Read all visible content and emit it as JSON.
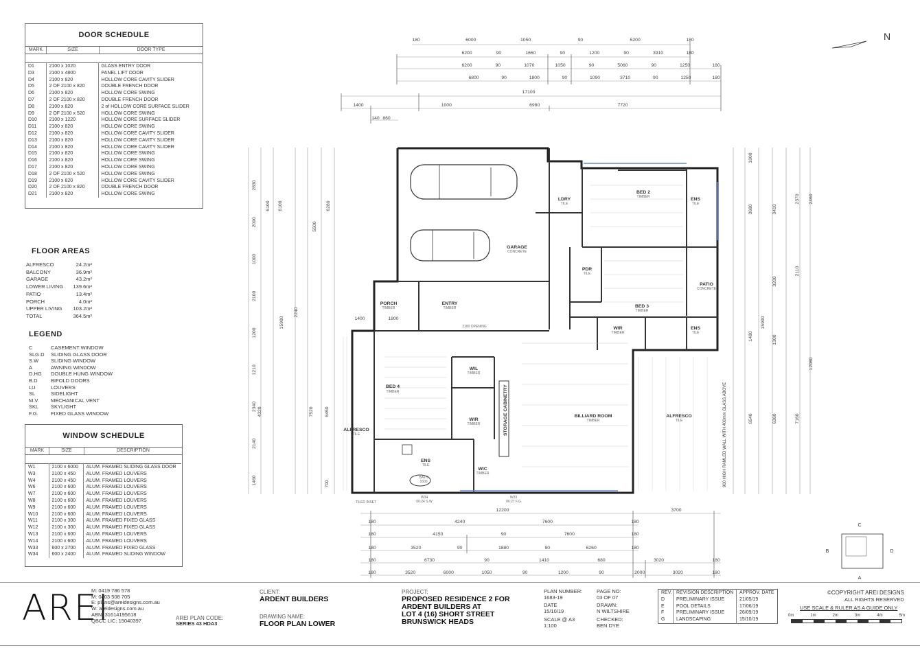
{
  "door_schedule": {
    "title": "DOOR SCHEDULE",
    "headers": [
      "MARK",
      "SIZE",
      "DOOR TYPE"
    ],
    "rows": [
      [
        "D1",
        "2100 x 1020",
        "GLASS ENTRY DOOR"
      ],
      [
        "D3",
        "2100 x 4800",
        "PANEL LIFT DOOR"
      ],
      [
        "D4",
        "2100 x 820",
        "HOLLOW CORE CAVITY SLIDER"
      ],
      [
        "D5",
        "2 OF 2100 x 820",
        "DOUBLE FRENCH DOOR"
      ],
      [
        "D6",
        "2100 x 820",
        "HOLLOW CORE SWING"
      ],
      [
        "D7",
        "2 OF 2100 x 820",
        "DOUBLE FRENCH DOOR"
      ],
      [
        "D8",
        "2100 x 820",
        "2 of HOLLOW CORE SURFACE SLIDER"
      ],
      [
        "D9",
        "2 OF 2100 x 520",
        "HOLLOW CORE SWING"
      ],
      [
        "D10",
        "2100 x 1220",
        "HOLLOW CORE SURFACE SLIDER"
      ],
      [
        "D11",
        "2100 x 820",
        "HOLLOW CORE SWING"
      ],
      [
        "D12",
        "2100 x 820",
        "HOLLOW CORE CAVITY SLIDER"
      ],
      [
        "D13",
        "2100 x 820",
        "HOLLOW CORE CAVITY SLIDER"
      ],
      [
        "D14",
        "2100 x 820",
        "HOLLOW CORE CAVITY SLIDER"
      ],
      [
        "D15",
        "2100 x 820",
        "HOLLOW CORE SWING"
      ],
      [
        "D16",
        "2100 x 820",
        "HOLLOW CORE SWING"
      ],
      [
        "D17",
        "2100 x 820",
        "HOLLOW CORE SWING"
      ],
      [
        "D18",
        "2 OF 2100 x 520",
        "HOLLOW CORE SWING"
      ],
      [
        "D19",
        "2100 x 820",
        "HOLLOW CORE CAVITY SLIDER"
      ],
      [
        "D20",
        "2 OF 2100 x 820",
        "DOUBLE FRENCH DOOR"
      ],
      [
        "D21",
        "2100 x 820",
        "HOLLOW CORE SWING"
      ]
    ]
  },
  "floor_areas": {
    "title": "FLOOR AREAS",
    "rows": [
      [
        "ALFRESCO",
        "24.2m²"
      ],
      [
        "BALCONY",
        "36.9m²"
      ],
      [
        "GARAGE",
        "43.2m²"
      ],
      [
        "LOWER LIVING",
        "139.6m²"
      ],
      [
        "PATIO",
        "13.4m²"
      ],
      [
        "PORCH",
        "4.0m²"
      ],
      [
        "UPPER LIVING",
        "103.2m²"
      ],
      [
        "TOTAL",
        "364.5m²"
      ]
    ]
  },
  "legend": {
    "title": "LEGEND",
    "rows": [
      [
        "C",
        "CASEMENT WINDOW"
      ],
      [
        "SLG.D",
        "SLIDING GLASS DOOR"
      ],
      [
        "S.W",
        "SLIDING WINDOW"
      ],
      [
        "A",
        "AWNING WINDOW"
      ],
      [
        "D.HG",
        "DOUBLE HUNG WINDOW"
      ],
      [
        "B.D",
        "BIFOLD DOORS"
      ],
      [
        "LU",
        "LOUVERS"
      ],
      [
        "SL",
        "SIDELIGHT"
      ],
      [
        "M.V.",
        "MECHANICAL VENT"
      ],
      [
        "SKL",
        "SKYLIGHT"
      ],
      [
        "F.G.",
        "FIXED GLASS WINDOW"
      ]
    ]
  },
  "window_schedule": {
    "title": "WINDOW SCHEDULE",
    "headers": [
      "MARK",
      "SIZE",
      "DESCRIPTION"
    ],
    "rows": [
      [
        "W1",
        "2100 x 6000",
        "ALUM. FRAMED SLIDING GLASS DOOR"
      ],
      [
        "W3",
        "2100 x 450",
        "ALUM. FRAMED LOUVERS"
      ],
      [
        "W4",
        "2100 x 450",
        "ALUM. FRAMED LOUVERS"
      ],
      [
        "W6",
        "2100 x 600",
        "ALUM. FRAMED LOUVERS"
      ],
      [
        "W7",
        "2100 x 600",
        "ALUM. FRAMED LOUVERS"
      ],
      [
        "W8",
        "2100 x 600",
        "ALUM. FRAMED LOUVERS"
      ],
      [
        "W9",
        "2100 x 600",
        "ALUM. FRAMED LOUVERS"
      ],
      [
        "W10",
        "2100 x 600",
        "ALUM. FRAMED LOUVERS"
      ],
      [
        "W11",
        "2100 x 300",
        "ALUM. FRAMED FIXED GLASS"
      ],
      [
        "W12",
        "2100 x 300",
        "ALUM. FRAMED FIXED GLASS"
      ],
      [
        "W13",
        "2100 x 600",
        "ALUM. FRAMED LOUVERS"
      ],
      [
        "W14",
        "2100 x 600",
        "ALUM. FRAMED LOUVERS"
      ],
      [
        "W33",
        "600 x 2700",
        "ALUM. FRAMED FIXED GLASS"
      ],
      [
        "W34",
        "600 x 2400",
        "ALUM. FRAMED SLIDING WINDOW"
      ]
    ]
  },
  "rooms": {
    "garage": "GARAGE",
    "garage_sub": "CONCRETE",
    "ldry": "LDRY",
    "ldry_sub": "TILE",
    "bed2": "BED 2",
    "bed2_sub": "TIMBER",
    "ens1": "ENS",
    "ens1_sub": "TILE",
    "pdr": "PDR",
    "pdr_sub": "TILE",
    "porch": "PORCH",
    "porch_sub": "TIMBER",
    "entry": "ENTRY",
    "entry_sub": "TIMBER",
    "bed3": "BED 3",
    "bed3_sub": "TIMBER",
    "patio": "PATIO",
    "patio_sub": "CONCRETE",
    "wir1": "WIR",
    "wir1_sub": "TIMBER",
    "ens2": "ENS",
    "ens2_sub": "TILE",
    "wil": "WIL",
    "wil_sub": "TIMBER",
    "bed4": "BED 4",
    "bed4_sub": "TIMBER",
    "wir2": "WIR",
    "wir2_sub": "TIMBER",
    "storage": "STORAGE CABINETRY",
    "billiard": "BILLIARD ROOM",
    "billiard_sub": "TIMBER",
    "alfresco1": "ALFRESCO",
    "alfresco1_sub": "TILE",
    "alfresco2": "ALFRESCO",
    "alfresco2_sub": "TILE",
    "ens3": "ENS",
    "ens3_sub": "TILE",
    "wic": "WIC",
    "wic_sub": "TIMBER",
    "bath": "BATH",
    "bath_size": "1600",
    "opening": "2100 OPENING",
    "wall_note": "900 HIGH RAMLED WALL WITH 400mm GLASS ABOVE",
    "tiled_note": "TILED INSET",
    "w34": "W34",
    "w34_sub": "06:24 S.W",
    "w33": "W33",
    "w33_sub": "06:27 F.G"
  },
  "dimensions": {
    "top_rows": [
      [
        "180",
        "6000",
        "1050",
        "90",
        "5200",
        "180"
      ],
      [
        "6200",
        "90",
        "1650",
        "90",
        "1200",
        "90",
        "3910",
        "180"
      ],
      [
        "6200",
        "90",
        "1070",
        "1050",
        "90",
        "5060",
        "90",
        "1250",
        "180"
      ],
      [
        "6800",
        "90",
        "1800",
        "90",
        "1090",
        "3710",
        "90",
        "1250",
        "180"
      ],
      [
        "17100"
      ],
      [
        "1400",
        "1000",
        "6980",
        "7720"
      ],
      [
        "140",
        "860"
      ]
    ],
    "bottom_rows": [
      [
        "12200",
        "3700"
      ],
      [
        "180",
        "4240",
        "7600",
        "180"
      ],
      [
        "180",
        "4150",
        "90",
        "7600",
        "180"
      ],
      [
        "180",
        "3520",
        "90",
        "1880",
        "90",
        "6260",
        "180"
      ],
      [
        "180",
        "6730",
        "90",
        "1410",
        "680",
        "3020",
        "180"
      ],
      [
        "180",
        "3520",
        "6000",
        "1050",
        "90",
        "1200",
        "90",
        "2000",
        "3020",
        "180"
      ]
    ],
    "left_cols": [
      "2830",
      "2090",
      "1000",
      "2100",
      "1200",
      "1210",
      "2340",
      "2140",
      "1460",
      "6100",
      "6100",
      "5500",
      "6280",
      "15900",
      "2240",
      "4320",
      "7520",
      "6460",
      "700"
    ],
    "right_cols": [
      "1000",
      "3680",
      "3410",
      "2370",
      "2460",
      "3200",
      "2110",
      "1480",
      "1300",
      "6540",
      "6360",
      "7160",
      "15900",
      "12080"
    ],
    "porch_dim": "1400",
    "porch_dim2": "1800"
  },
  "north": "N",
  "mini_plan_labels": [
    "C",
    "B",
    "D",
    "A"
  ],
  "title_block": {
    "logo": "AREI",
    "contact": [
      "M: 0419 786 578",
      "M: 0403 508 705",
      "E: plans@areidesigns.com.au",
      "W: areidesigns.com.au",
      "ABN: 31614195618",
      "QBCC LIC: 15040397"
    ],
    "plan_code_label": "AREI PLAN CODE:",
    "plan_code": "SERIES 43 HDA3",
    "client_label": "CLIENT:",
    "client": "ARDENT BUILDERS",
    "drawing_name_label": "DRAWING NAME:",
    "drawing_name": "FLOOR PLAN LOWER",
    "project_label": "PROJECT:",
    "project": [
      "PROPOSED RESIDENCE 2 FOR",
      "ARDENT BUILDERS AT",
      "LOT 4 (16) SHORT STREET",
      "BRUNSWICK HEADS"
    ],
    "plan_number_label": "PLAN NUMBER:",
    "plan_number": "1683-19",
    "date_label": "DATE",
    "date": "15/10/19",
    "scale_label": "SCALE @ A3",
    "scale": "1:100",
    "page_no_label": "PAGE NO:",
    "page_no": "03 OF 07",
    "drawn_label": "DRAWN:",
    "drawn": "N WILTSHIRE",
    "checked_label": "CHECKED:",
    "checked": "BEN DYE",
    "revisions_headers": [
      "REV.",
      "REVISION DESCRIPTION",
      "APPROV. DATE"
    ],
    "revisions": [
      [
        "D",
        "PRELIMINARY ISSUE",
        "21/05/19"
      ],
      [
        "E",
        "POOL DETAILS",
        "17/06/19"
      ],
      [
        "F",
        "PRELIMINARY ISSUE",
        "26/09/19"
      ],
      [
        "G",
        "LANDSCAPING",
        "15/10/19"
      ]
    ],
    "copyright": "©COPYRIGHT AREI DESIGNS",
    "rights": "ALL RIGHTS RESERVED",
    "scale_note": "USE SCALE & RULER AS A GUIDE ONLY",
    "scale_ticks": [
      "0m",
      "1m",
      "2m",
      "3m",
      "4m",
      "5m"
    ]
  }
}
